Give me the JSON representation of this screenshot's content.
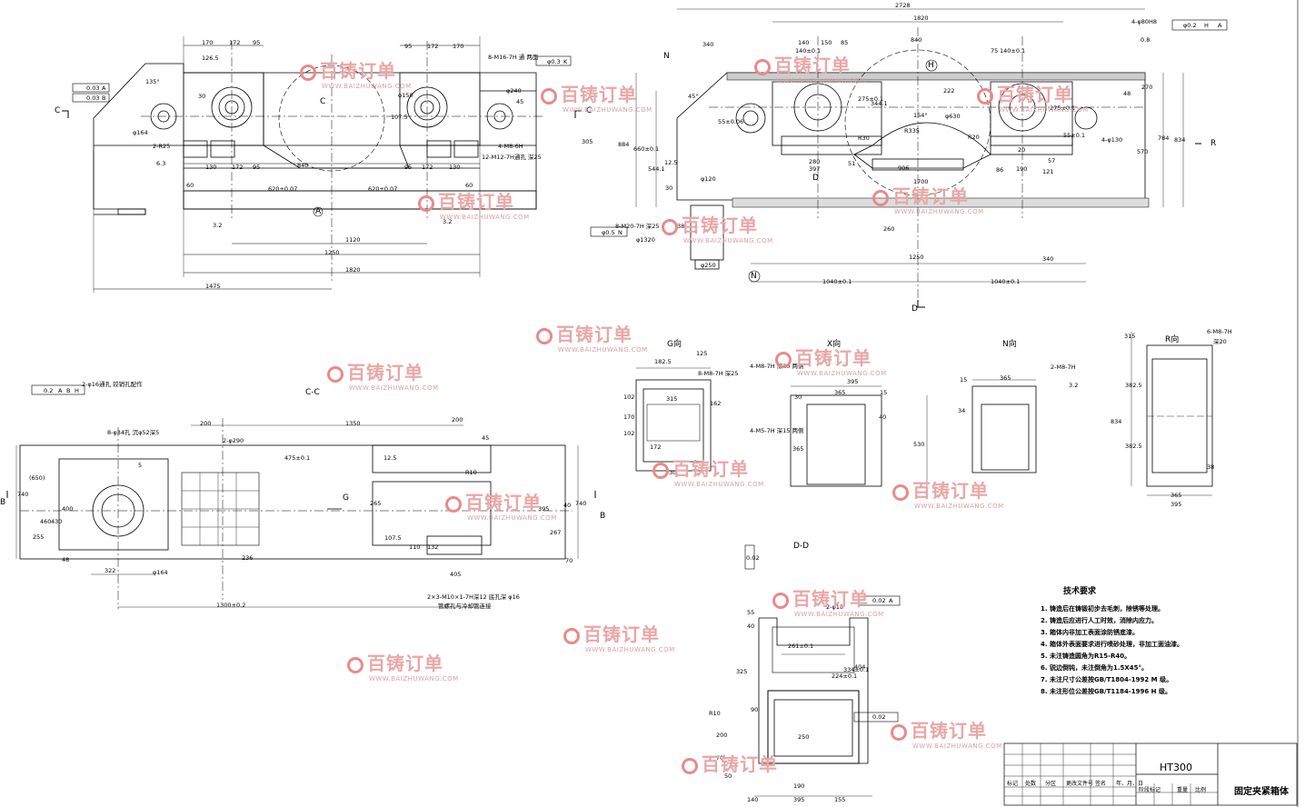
{
  "watermark": {
    "brand": "百铸订单",
    "url": "WWW.BAIZHUWANG.COM",
    "color": "#e9a7a7"
  },
  "views": {
    "section_cc": "C-C",
    "section_dd": "D-D",
    "view_g": "G向",
    "view_x": "X向",
    "view_n": "N向",
    "view_r": "R向"
  },
  "marks": {
    "c": "C",
    "d": "D",
    "n": "N",
    "r": "R",
    "g": "G",
    "b": "B",
    "a": "A",
    "h": "H"
  },
  "top_left_dims": {
    "d170a": "170",
    "d172a": "172",
    "d95a": "95",
    "d1265": "126.5",
    "d95b": "95",
    "d172b": "172",
    "d170b": "170",
    "d620a": "620±0.07",
    "d620b": "620±0.07",
    "d1120": "1120",
    "d1250": "1250",
    "d1820": "1820",
    "d1475": "1475",
    "d130a": "130",
    "d172c": "172",
    "d95c": "95",
    "d840": "840",
    "d95d": "95",
    "d172d": "172",
    "d130b": "130",
    "d60a": "60",
    "d60b": "60",
    "d305": "305",
    "d2r25": "2-R25",
    "d63a": "6.3",
    "d32a": "3.2",
    "d32b": "3.2",
    "d164": "φ164",
    "d150": "φ150",
    "d240": "φ240",
    "d1075": "107.5",
    "d135": "135°",
    "d30": "30",
    "d45": "45"
  },
  "top_left_notes": {
    "m16": "8-M16-7H 通 两面",
    "m8": "4-M8-6H",
    "m12": "12-M12-7H通孔 深25",
    "tol1": "0.03",
    "tol2": "0.03",
    "tol_a": "A",
    "tol_b": "B",
    "tol3": "φ0.3",
    "tol_k": "K"
  },
  "top_right_dims": {
    "d2728": "2728",
    "d1820": "1820",
    "d340": "340",
    "d840": "840",
    "d140": "140",
    "d150": "150",
    "d85": "85",
    "d75a": "75",
    "d140b": "140±0.1",
    "d140c": "140±0.1",
    "d270": "270",
    "d48": "48",
    "d784": "784",
    "d834": "834",
    "d884": "884",
    "d660": "660±0.1",
    "d5441": "544.1",
    "d125": "12.5",
    "d30a": "30",
    "d120": "φ120",
    "d250": "φ250",
    "d280": "280",
    "d397": "397",
    "d51": "51",
    "d906": "906",
    "d1700": "1700",
    "d260": "260",
    "d1250": "1250",
    "d340b": "340",
    "d1040a": "1040±0.1",
    "d1040b": "1040±0.1",
    "d20": "20",
    "d190": "190",
    "d121": "121",
    "d86": "86",
    "d57": "57",
    "d570": "570",
    "d630": "φ630",
    "d335": "R335",
    "d154": "154°",
    "d222": "222",
    "d55": "55±0.1",
    "d20b": "R20",
    "d30b": "R30",
    "d275a": "275±0.1",
    "d275b": "275±0.1",
    "d3441": "344.1",
    "d55b": "55±0.06",
    "d38": "38",
    "d45": "45°"
  },
  "top_right_notes": {
    "hole80": "4-φ80H8",
    "tol_pos": "φ0.2",
    "tol_h": "H",
    "tol_a": "A",
    "val08": "0.8",
    "m20": "8-M20-7H 深25",
    "d130": "4-φ130",
    "tol05": "φ0.5",
    "tol_n": "N",
    "d1320": "φ1320"
  },
  "cc_dims": {
    "d200": "200",
    "d1350": "1350",
    "d200b": "200",
    "d740": "740",
    "d650": "(650)",
    "d400": "400",
    "d460": "460",
    "d430": "430",
    "d255": "255",
    "d48": "48",
    "d322": "322",
    "d164": "φ164",
    "d1300": "1300±0.2",
    "d290": "2-φ290",
    "d405": "405",
    "d265": "265",
    "d110": "110",
    "d132": "132",
    "d1075": "107.5",
    "d4751": "475±0.1",
    "d125": "12.5",
    "d10": "R10",
    "d740b": "740",
    "d40": "40",
    "d395": "395",
    "d267": "267",
    "d70": "70",
    "d45": "45",
    "d5": "5",
    "d2365": "236"
  },
  "cc_notes": {
    "tol": "0.2",
    "tol_a": "A",
    "tol_b": "B",
    "tol_h": "H",
    "hole16": "2-φ16通孔 铰销孔配作",
    "hole34": "8-φ34孔 沉φ52深5",
    "m10": "2×3-M10×1-7H深12 底孔深 φ16",
    "pipe": "管螺孔与冷却管连接"
  },
  "g_dims": {
    "d125": "125",
    "d1825": "182.5",
    "d315": "315",
    "d102a": "102",
    "d170": "170",
    "d102b": "102",
    "d162": "162",
    "d172": "172",
    "d330": "330",
    "note": "8-M8-7H 深25"
  },
  "x_dims": {
    "d395": "395",
    "d365": "365",
    "d15": "15",
    "d30": "30",
    "d40": "40",
    "d530": "530",
    "d365b": "365",
    "m8": "4-M8-7H 深20 两侧",
    "m5": "4-M5-7H 深15 两侧"
  },
  "n_dims": {
    "d15": "15",
    "d365": "365",
    "d34": "34",
    "m8": "2-M8-7H",
    "d32": "3.2"
  },
  "r_dims": {
    "d315": "315",
    "d3825a": "382.5",
    "d834": "834",
    "d3825b": "382.5",
    "d365": "365",
    "d395": "395",
    "d38": "38",
    "m8": "6-M8-7H",
    "d20": "深20"
  },
  "dd_dims": {
    "d55": "55",
    "d40": "40",
    "d2611": "261±0.1",
    "d3254": "325",
    "d10": "R10",
    "d90": "90",
    "d200": "200",
    "d70": "70",
    "d50": "50",
    "d250": "250",
    "d190": "190",
    "d140": "140",
    "d395": "395",
    "d155": "155",
    "d404": "404",
    "d3341": "334±0.1",
    "d2241": "224±0.1",
    "tol1": "0.02",
    "tol2": "0.02",
    "tol3": "0.02",
    "tol_a": "A",
    "d18": "2-φ18"
  },
  "tech": {
    "title": "技术要求",
    "items": [
      "1. 铸造后在铸锻初步去毛刺，除锈等处理。",
      "2. 铸造后应进行人工时效，消除内应力。",
      "3. 箱体内非加工表面涂防锈底漆。",
      "4. 箱体外表面要求进行喷砂处理，非加工面油漆。",
      "5. 未注铸造圆角为R15-R40。",
      "6. 锐边倒钝，未注倒角为1.5X45°。",
      "7. 未注尺寸公差按GB/T1804-1992 M 级。",
      "8. 未注形位公差按GB/T1184-1996 H 级。"
    ]
  },
  "title_block": {
    "material": "HT300",
    "part_name": "固定夹紧箱体",
    "headers": [
      "标记",
      "处数",
      "分区",
      "更改文件号",
      "签名",
      "年、月、日"
    ],
    "stage": "阶段标记",
    "weight": "重量",
    "ratio": "比例"
  }
}
